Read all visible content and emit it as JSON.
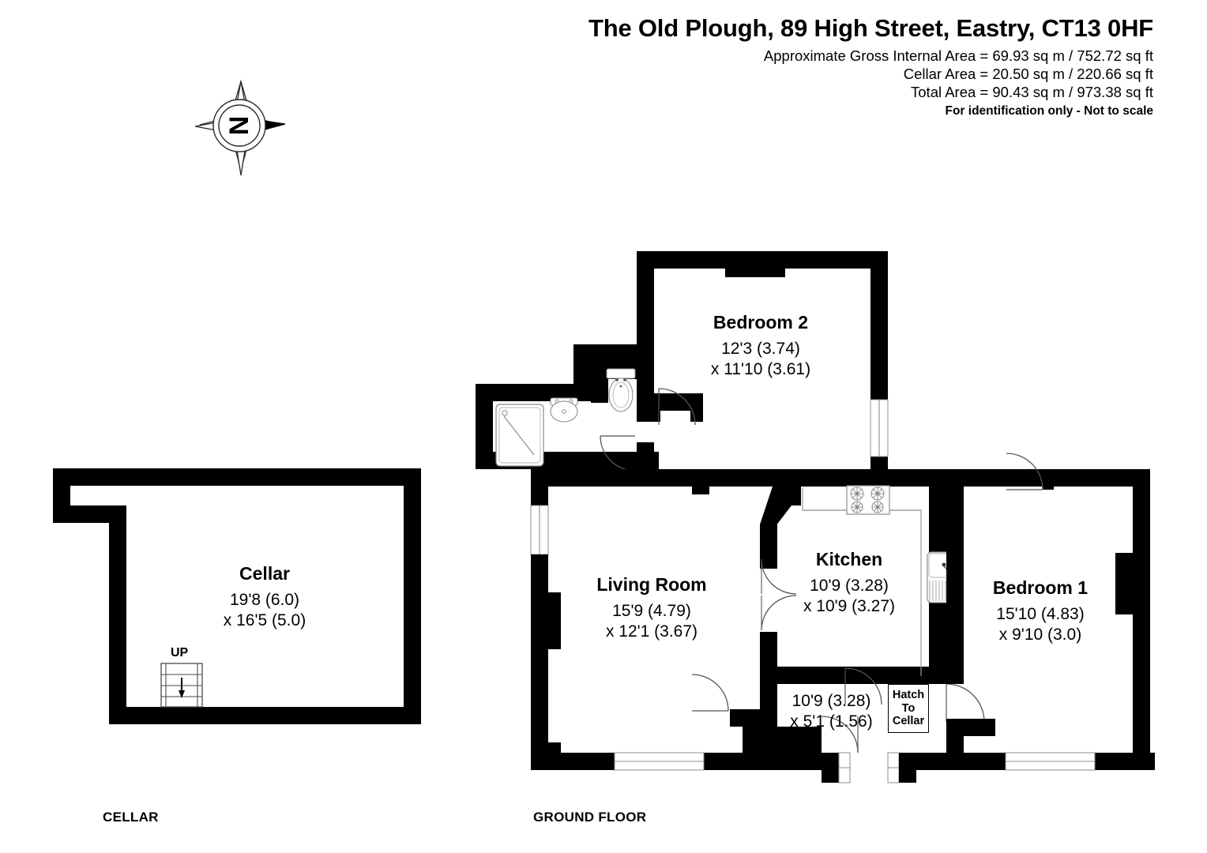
{
  "header": {
    "title": "The Old Plough, 89 High Street, Eastry, CT13 0HF",
    "gross_internal_area": "Approximate Gross Internal Area = 69.93 sq m / 752.72 sq ft",
    "cellar_area": "Cellar Area = 20.50 sq m / 220.66 sq ft",
    "total_area": "Total Area = 90.43 sq m / 973.38 sq ft",
    "disclaimer": "For identification only - Not to scale"
  },
  "compass": {
    "label": "N"
  },
  "floors": [
    {
      "key": "cellar",
      "label": "CELLAR"
    },
    {
      "key": "ground",
      "label": "GROUND FLOOR"
    }
  ],
  "rooms": {
    "cellar": {
      "name": "Cellar",
      "dim_primary": "19'8 (6.0)",
      "dim_secondary": "x 16'5 (5.0)"
    },
    "bedroom2": {
      "name": "Bedroom 2",
      "dim_primary": "12'3 (3.74)",
      "dim_secondary": "x 11'10 (3.61)"
    },
    "living_room": {
      "name": "Living Room",
      "dim_primary": "15'9 (4.79)",
      "dim_secondary": "x 12'1 (3.67)"
    },
    "kitchen": {
      "name": "Kitchen",
      "dim_primary": "10'9 (3.28)",
      "dim_secondary": "x 10'9 (3.27)"
    },
    "bedroom1": {
      "name": "Bedroom 1",
      "dim_primary": "15'10 (4.83)",
      "dim_secondary": "x 9'10 (3.0)"
    },
    "hallway": {
      "dim_primary": "10'9 (3.28)",
      "dim_secondary": "x 5'1 (1.56)"
    }
  },
  "annotations": {
    "stairs_up": "UP",
    "hatch_line1": "Hatch",
    "hatch_line2": "To",
    "hatch_line3": "Cellar"
  },
  "colors": {
    "wall": "#000000",
    "background": "#ffffff",
    "fixture_outline": "#7a7a7a",
    "text": "#000000"
  }
}
